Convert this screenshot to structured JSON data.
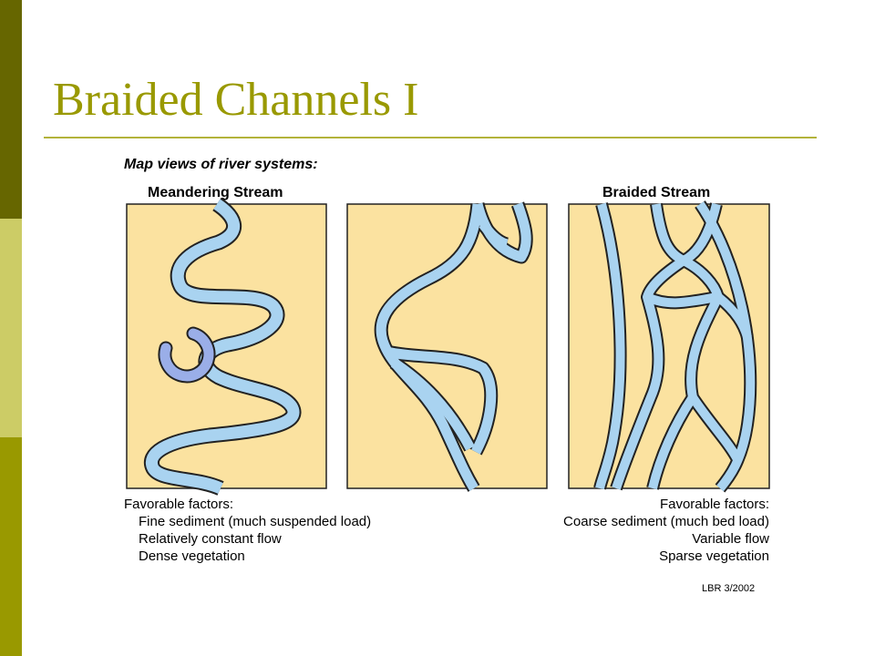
{
  "slide": {
    "title": "Braided Channels I",
    "sidebar_colors": [
      "#666600",
      "#cccc66",
      "#999900"
    ],
    "title_color": "#999900"
  },
  "figure": {
    "caption": "Map views of river systems:",
    "panels": [
      {
        "label": "Meandering  Stream"
      },
      {
        "label": ""
      },
      {
        "label": "Braided Stream"
      }
    ],
    "left_factors": {
      "heading": "Favorable factors:",
      "items": [
        "Fine sediment (much suspended load)",
        "Relatively constant flow",
        "Dense vegetation"
      ]
    },
    "right_factors": {
      "heading": "Favorable factors:",
      "items": [
        "Coarse sediment (much bed load)",
        "Variable flow",
        "Sparse vegetation"
      ]
    },
    "credit": "LBR 3/2002",
    "colors": {
      "land": "#fbe2a0",
      "water": "#a9d3f0",
      "oxbow": "#9aaee8",
      "outline": "#222222"
    }
  }
}
